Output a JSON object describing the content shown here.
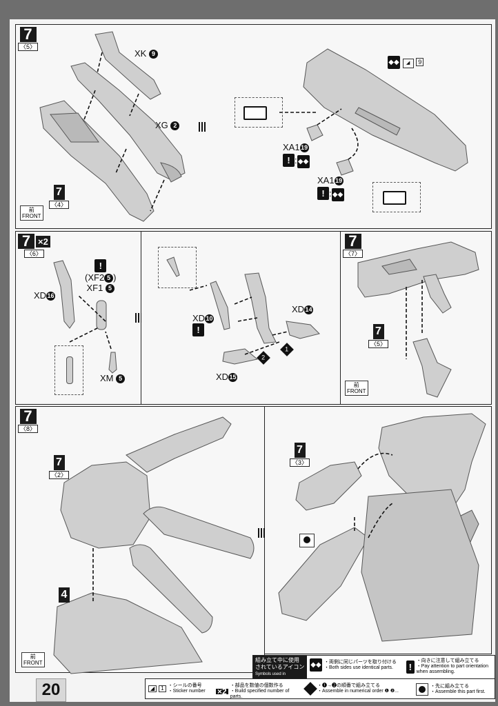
{
  "page_number": "20",
  "panels": {
    "p1": {
      "step": "7",
      "sub": "〈5〉",
      "labels": {
        "xk": "XK",
        "xk_n": "9",
        "xg": "XG",
        "xg_n": "2"
      },
      "ref_step": "7",
      "ref_sub": "〈4〉",
      "front": "前",
      "front2": "FRONT"
    },
    "p2": {
      "sticker_no": "9",
      "xa1": "XA1",
      "xa1_n": "19",
      "colon": ":"
    },
    "p3": {
      "step": "7",
      "sub": "〈6〉",
      "mult": "×2",
      "xf2": "(XF2",
      "xf2_n": "5",
      "xf2_close": ")",
      "xf1": "XF1",
      "xf1_n": "5",
      "xd16": "XD",
      "xd16_n": "16",
      "xm": "XM",
      "xm_n": "5"
    },
    "p4": {
      "xd10": "XD",
      "xd10_n": "10",
      "xd14": "XD",
      "xd14_n": "14",
      "xd15": "XD",
      "xd15_n": "15",
      "order1": "1",
      "order2": "2"
    },
    "p5": {
      "step": "7",
      "sub": "〈7〉",
      "ref_step": "7",
      "ref_sub": "〈5〉",
      "front": "前",
      "front2": "FRONT"
    },
    "p6": {
      "step": "7",
      "sub": "〈8〉",
      "ref7": "7",
      "ref7_sub": "〈2〉",
      "ref4": "4",
      "front": "前",
      "front2": "FRONT"
    },
    "p7": {
      "ref7": "7",
      "ref7_sub": "〈3〉"
    }
  },
  "legend": {
    "title_line1": "組み立て中に使用",
    "title_line2": "されているアイコン",
    "title_line3": "Symbols used in instructions",
    "both_jp": "・両側に同じパーツを取り付ける",
    "both_en": "・Both sides use identical parts.",
    "warn_jp": "・向きに注意して組み立てる",
    "warn_en": "・Pay attention to part orientation when assembling.",
    "sticker_jp": "・シールの番号",
    "sticker_en": "・Sticker number",
    "mult_jp": "・部品を数値の個数作る",
    "mult_en": "・Build specified number of parts.",
    "order_jp": "・❶→❷の順番で組み立てる",
    "order_en": "・Assemble in numerical order ❶ ❷...",
    "first_jp": "・先に組み立てる",
    "first_en": "・Assemble this part first.",
    "sticker_icon": "1",
    "mult_icon": "×2"
  }
}
